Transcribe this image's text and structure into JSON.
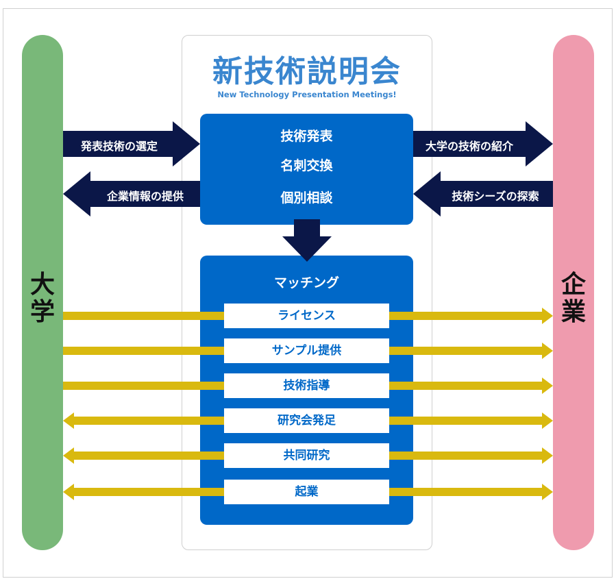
{
  "title": "新技術説明会",
  "subtitle": "New Technology Presentation Meetings!",
  "left_label": "大学",
  "right_label": "企業",
  "center_activities": [
    "技術発表",
    "名刺交換",
    "個別相談"
  ],
  "left_arrows": {
    "to_center": "発表技術の選定",
    "to_left": "企業情報の提供"
  },
  "right_arrows": {
    "to_right": "大学の技術の紹介",
    "to_center": "技術シーズの探索"
  },
  "matching_title": "マッチング",
  "matching_items": [
    "ライセンス",
    "サンプル提供",
    "技術指導",
    "研究会発足",
    "共同研究",
    "起業"
  ],
  "colors": {
    "university": "#79b879",
    "company": "#ef9bae",
    "blue": "#0068c8",
    "navy": "#0b1748",
    "gold": "#d9b90f",
    "title": "#3a86cf"
  }
}
